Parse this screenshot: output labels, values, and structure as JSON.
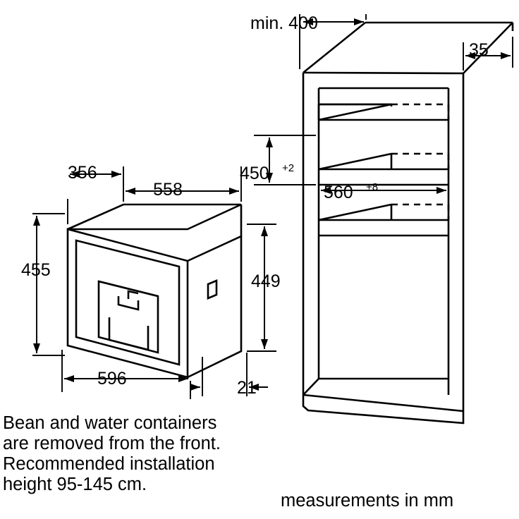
{
  "diagram": {
    "title": "Built-in coffee machine installation dimensions",
    "dimensions": {
      "cabinet_depth_min": "min. 400",
      "cabinet_front_offset": "35",
      "niche_height": "450",
      "niche_height_tol": "+2",
      "niche_width": "560",
      "niche_width_tol": "+8",
      "appliance_top_width": "356",
      "appliance_body_width": "558",
      "appliance_height": "455",
      "appliance_depth": "449",
      "appliance_front_width": "596",
      "appliance_front_protrusion": "21"
    },
    "notes": {
      "left": "Bean and water containers\nare removed from the front.\nRecommended installation\nheight 95-145 cm.",
      "right": "measurements in mm"
    },
    "colors": {
      "line": "#000000",
      "background": "#ffffff"
    }
  }
}
